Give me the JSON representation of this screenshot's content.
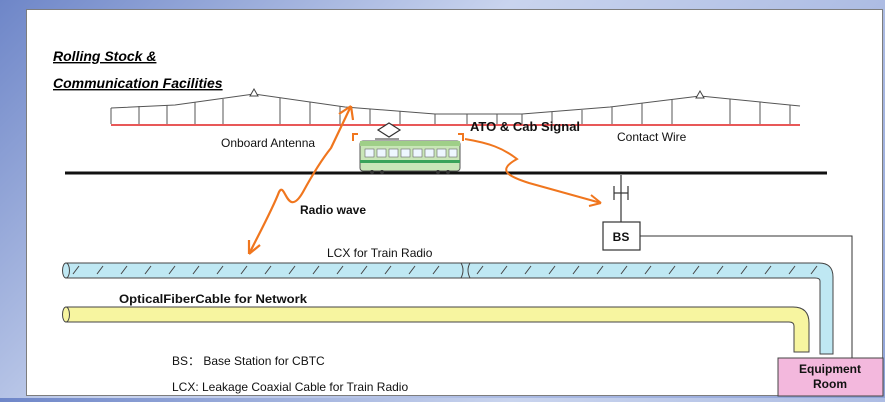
{
  "title": {
    "line1": "Rolling Stock &",
    "line2": "Communication Facilities"
  },
  "labels": {
    "onboard_antenna": "Onboard Antenna",
    "ato_cab_signal": "ATO & Cab Signal",
    "contact_wire": "Contact Wire",
    "radio_wave": "Radio wave",
    "bs_box": "BS",
    "lcx_train_radio": "LCX for Train Radio",
    "optical_fiber": "OpticalFiberCable for Network",
    "equipment_room_line1": "Equipment",
    "equipment_room_line2": "Room"
  },
  "legend": {
    "bs_def": "BS： Base Station for CBTC",
    "lcx_def": "LCX: Leakage Coaxial Cable for Train Radio"
  },
  "colors": {
    "radio_wave": "#f0761e",
    "contact_wire": "#e02020",
    "lcx_fill": "#bfe8f3",
    "fiber_fill": "#f7f5a0",
    "train_body": "#c9e6b8",
    "equipment_room_fill": "#f3b8dd"
  }
}
